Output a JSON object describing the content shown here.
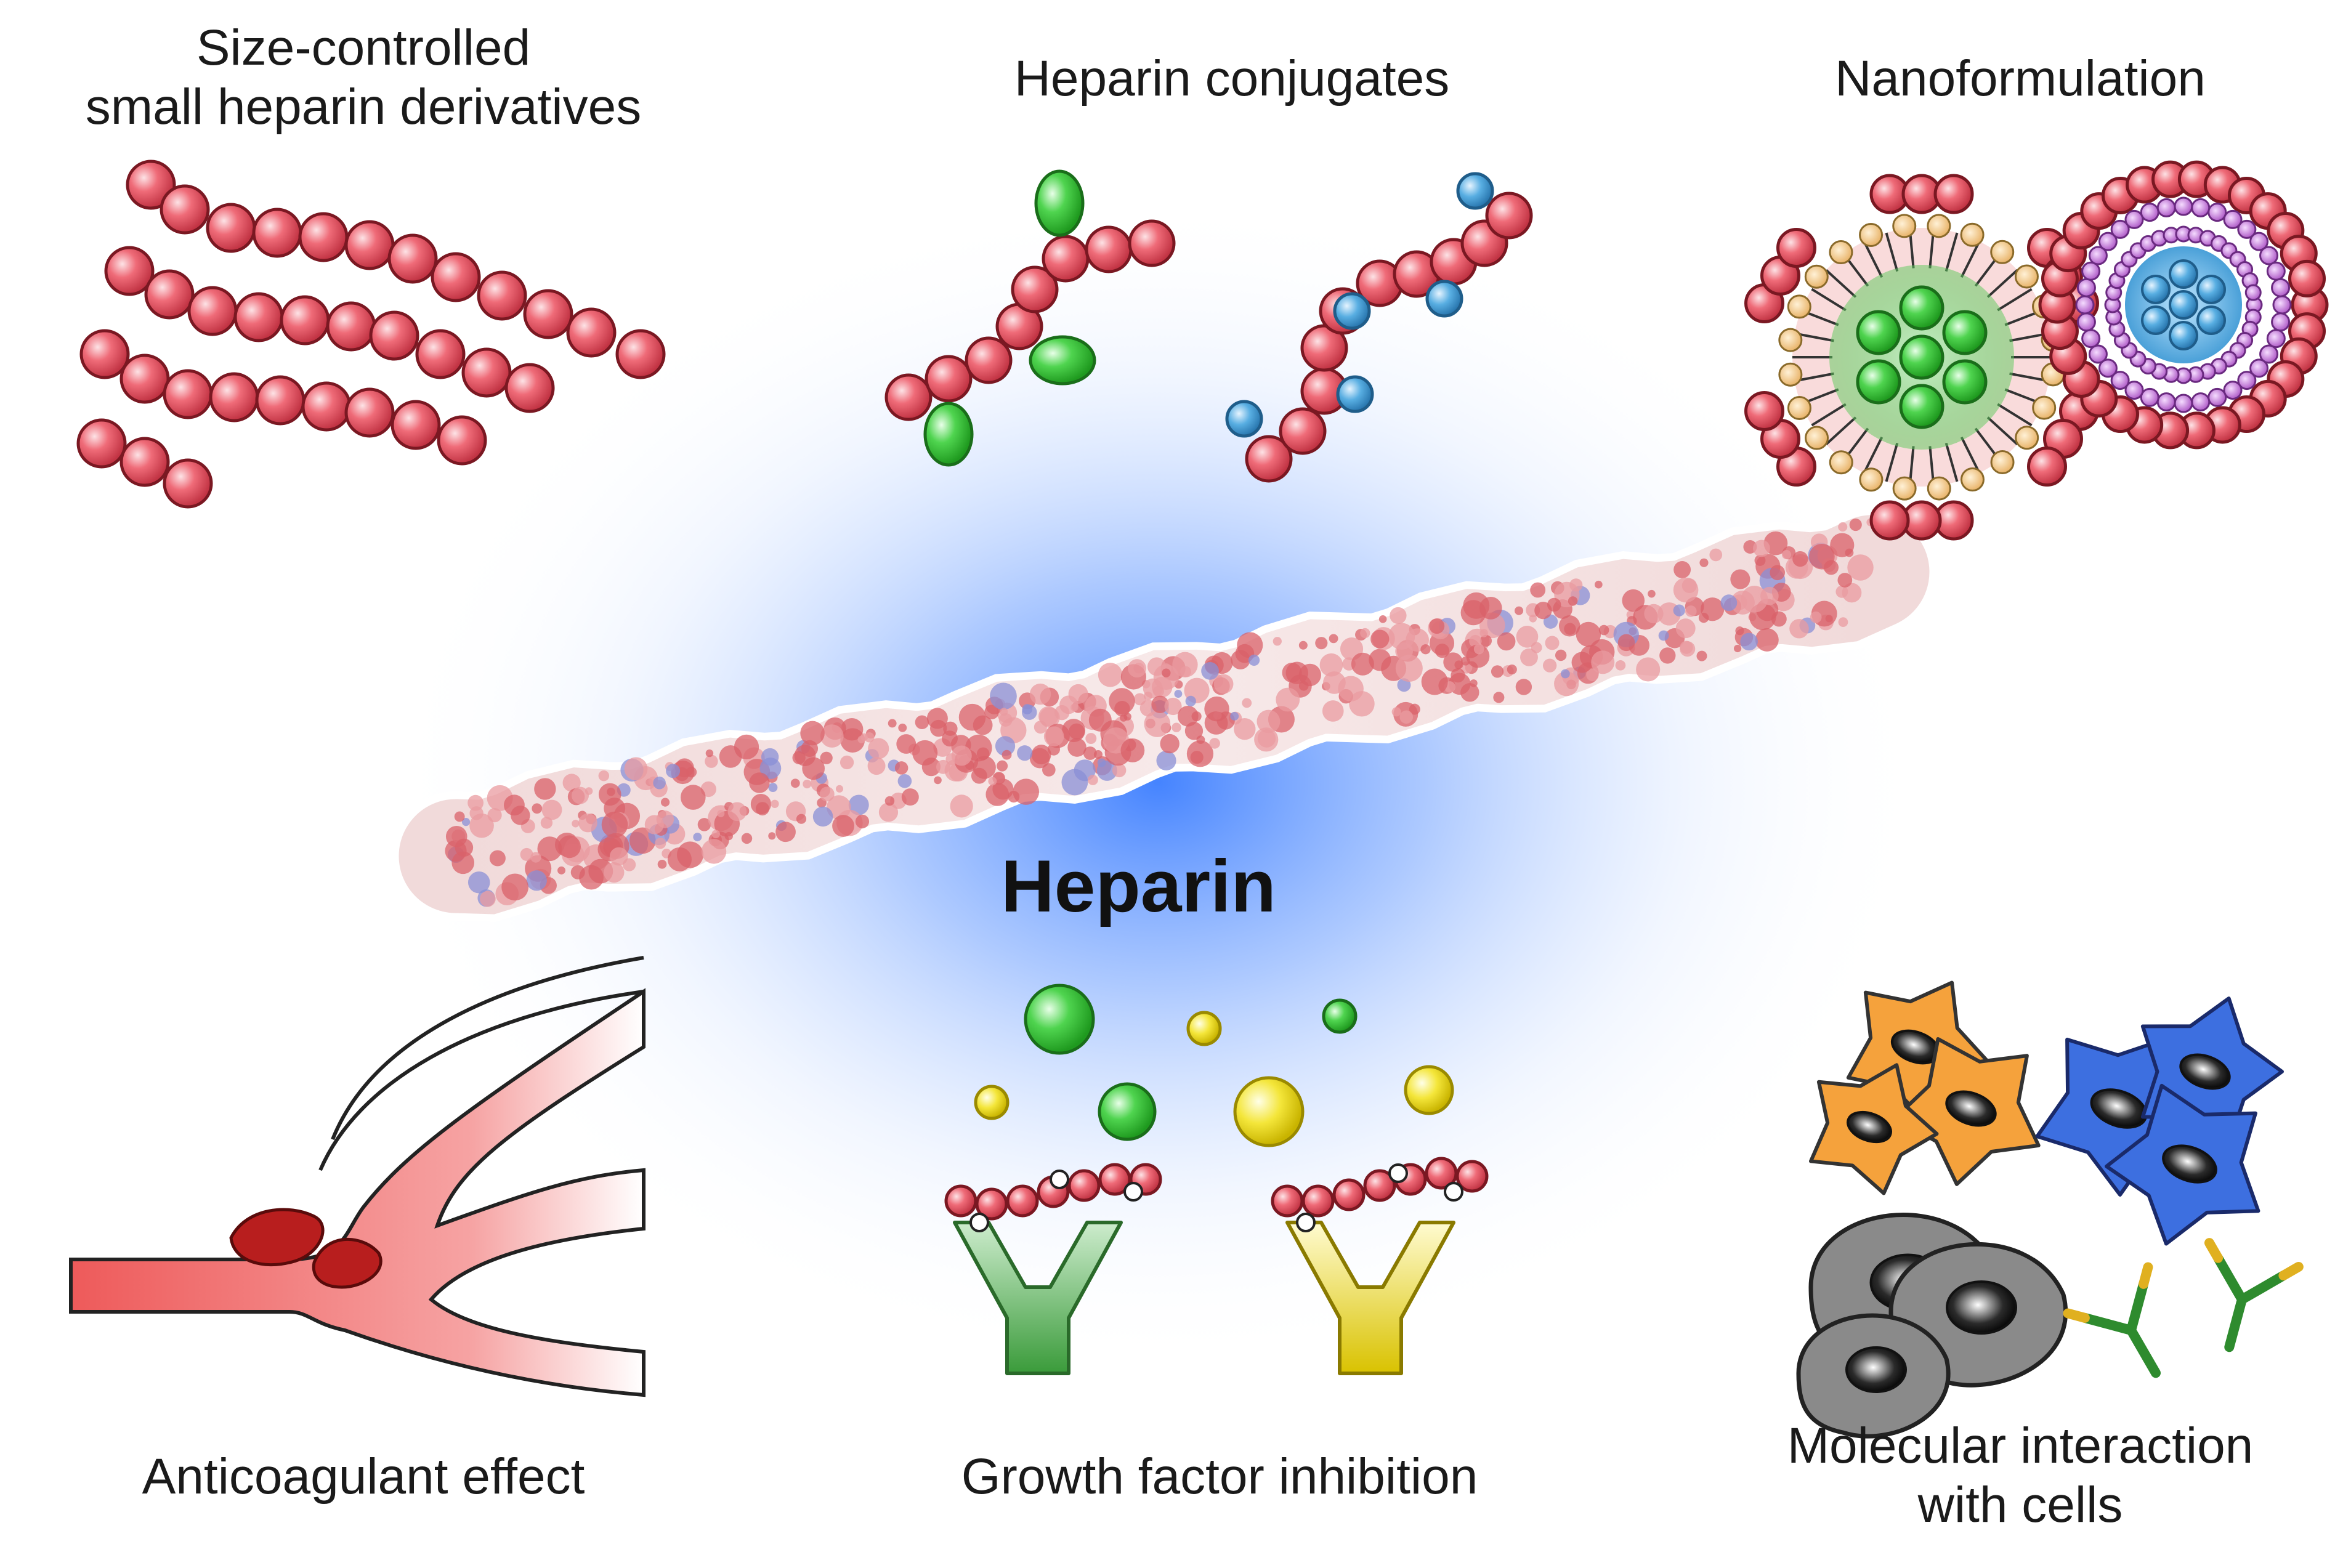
{
  "center": {
    "title": "Heparin"
  },
  "panels": {
    "size_controlled": {
      "line1": "Size-controlled",
      "line2": "small heparin derivatives"
    },
    "conjugates": {
      "label": "Heparin conjugates"
    },
    "nanoformulation": {
      "label": "Nanoformulation"
    },
    "anticoagulant": {
      "label": "Anticoagulant effect"
    },
    "growth_factor": {
      "label": "Growth factor inhibition"
    },
    "molecular": {
      "line1": "Molecular interaction",
      "line2": "with cells"
    }
  },
  "colors": {
    "bead": "#e8505e",
    "bead_edge": "#8a1c28",
    "green": "#3cc43c",
    "blue": "#4aa0d8",
    "yellow": "#f2e020",
    "orange": "#f5a23c",
    "cell_blue": "#3d6fe0",
    "cell_gray": "#7a7a7a",
    "glow": "#3b7dff",
    "vessel": "#f07a7a",
    "clot": "#b81e1e"
  },
  "icons": {
    "chains": "heparin-chain-icon",
    "micelle": "micelle-icon",
    "liposome": "liposome-icon",
    "vessel": "blood-vessel-icon",
    "receptor": "receptor-icon",
    "cells": "cell-icon",
    "antibody": "antibody-icon"
  }
}
